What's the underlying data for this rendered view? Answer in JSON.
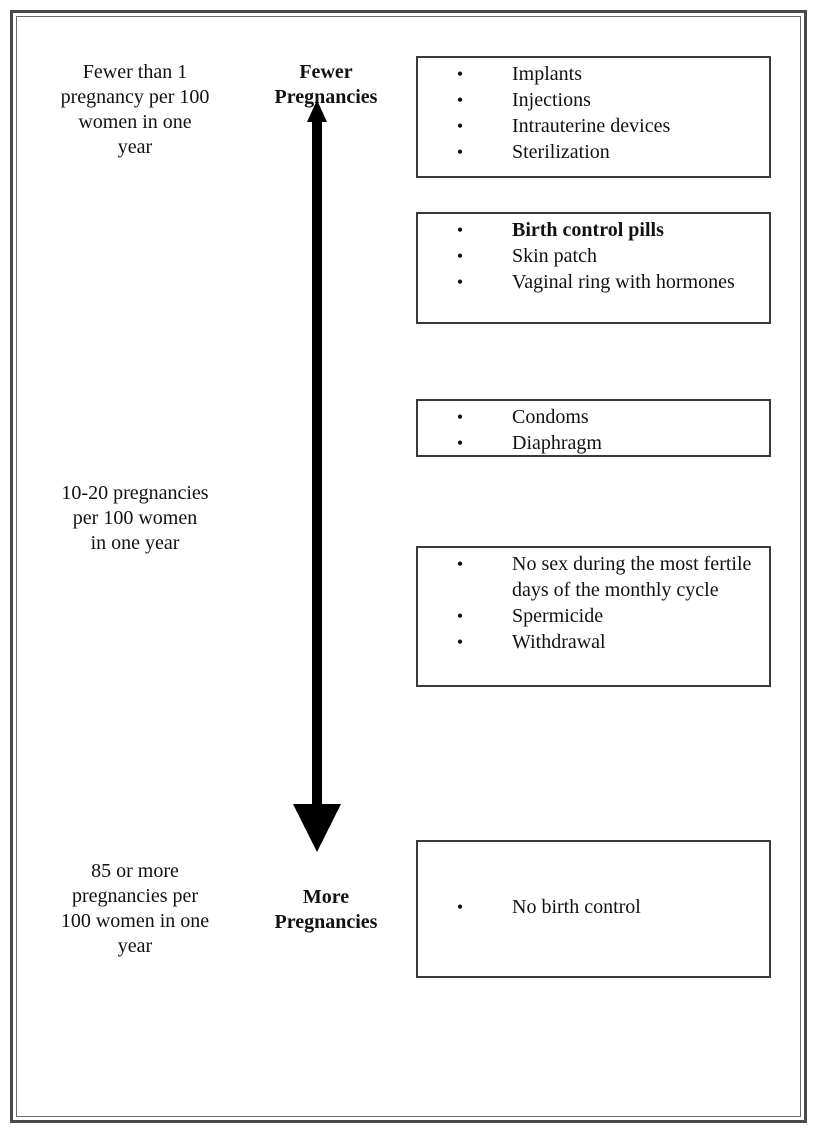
{
  "rates": {
    "top": "Fewer than 1\npregnancy per 100\nwomen in one\nyear",
    "middle": "10-20 pregnancies\nper 100 women\nin one year",
    "bottom": "85 or more\npregnancies per\n100 women in one\nyear"
  },
  "direction": {
    "top": "Fewer\nPregnancies",
    "bottom": "More\nPregnancies"
  },
  "bullet_char": "•",
  "method_groups": [
    {
      "items": [
        "Implants",
        "Injections",
        "Intrauterine devices",
        "Sterilization"
      ]
    },
    {
      "items": [
        "Birth control pills",
        "Skin patch",
        "Vaginal ring with hormones"
      ]
    },
    {
      "items": [
        "Condoms",
        "Diaphragm"
      ]
    },
    {
      "items": [
        "No sex during the most fertile days of the monthly cycle",
        "Spermicide",
        "Withdrawal"
      ]
    },
    {
      "items": [
        "No birth control"
      ]
    }
  ],
  "colors": {
    "border": "#3a3a3a",
    "arrow": "#000000",
    "text": "#111111"
  }
}
